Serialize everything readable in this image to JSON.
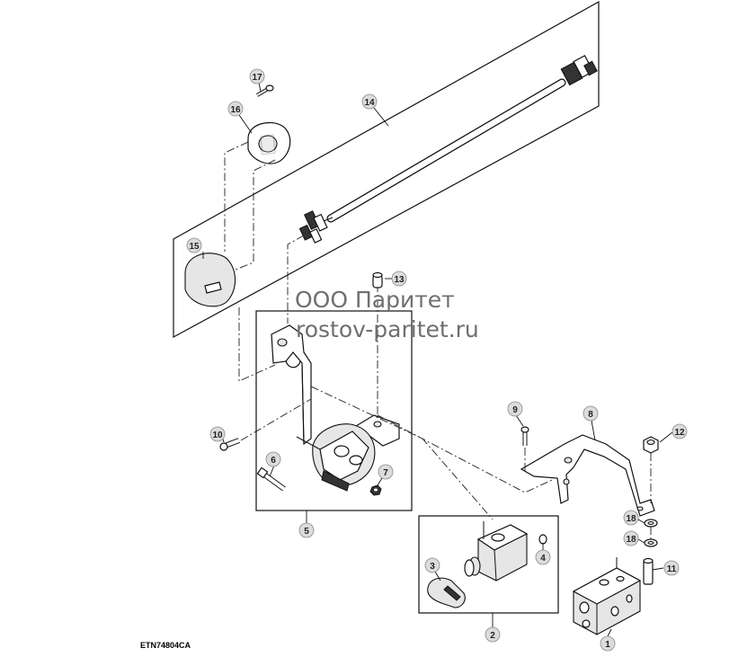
{
  "figure_id": "ETN74804CA",
  "watermark": {
    "line1": "ООО Паритет",
    "line2": "rostov-paritet.ru"
  },
  "callouts": [
    {
      "id": "1",
      "label": "1"
    },
    {
      "id": "2",
      "label": "2"
    },
    {
      "id": "3",
      "label": "3"
    },
    {
      "id": "4",
      "label": "4"
    },
    {
      "id": "5",
      "label": "5"
    },
    {
      "id": "6",
      "label": "6"
    },
    {
      "id": "7",
      "label": "7"
    },
    {
      "id": "8",
      "label": "8"
    },
    {
      "id": "9",
      "label": "9"
    },
    {
      "id": "10",
      "label": "10"
    },
    {
      "id": "11",
      "label": "11"
    },
    {
      "id": "12",
      "label": "12"
    },
    {
      "id": "13",
      "label": "13"
    },
    {
      "id": "14",
      "label": "14"
    },
    {
      "id": "15",
      "label": "15"
    },
    {
      "id": "16",
      "label": "16"
    },
    {
      "id": "17",
      "label": "17"
    },
    {
      "id": "18a",
      "label": "18"
    },
    {
      "id": "18b",
      "label": "18"
    }
  ]
}
